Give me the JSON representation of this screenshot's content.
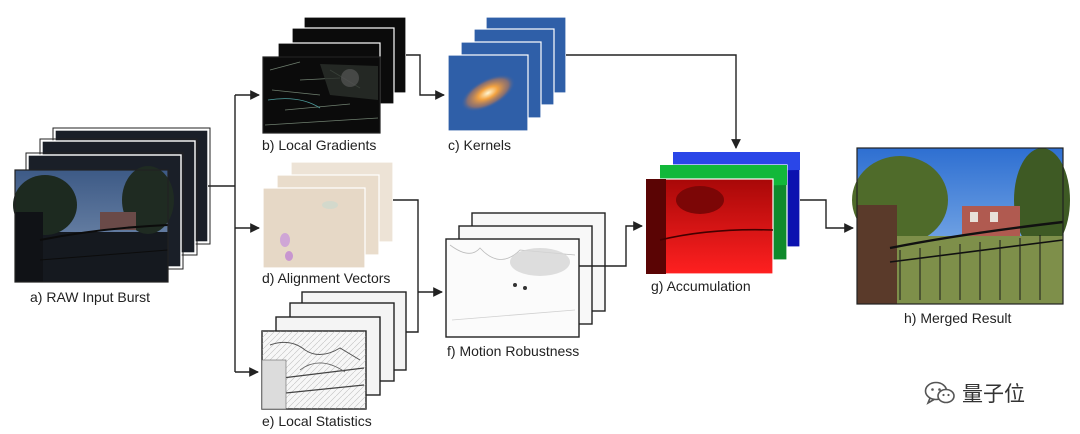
{
  "labels": {
    "raw_input": "a) RAW Input Burst",
    "local_gradients": "b) Local Gradients",
    "kernels": "c) Kernels",
    "alignment_vectors": "d) Alignment Vectors",
    "local_statistics": "e) Local Statistics",
    "motion_robustness": "f) Motion Robustness",
    "accumulation": "g) Accumulation",
    "merged_result": "h) Merged Result"
  },
  "watermark": {
    "text": "量子位",
    "icon": "wechat-icon"
  },
  "colors": {
    "arrow": "#222222",
    "kernel_blue": "#2f5fa8",
    "kernel_center": "#f4a340",
    "accum_red": "#e01010",
    "accum_green": "#12b83a",
    "accum_blue": "#1020d8",
    "alignment_beige": "#e9dccb"
  }
}
